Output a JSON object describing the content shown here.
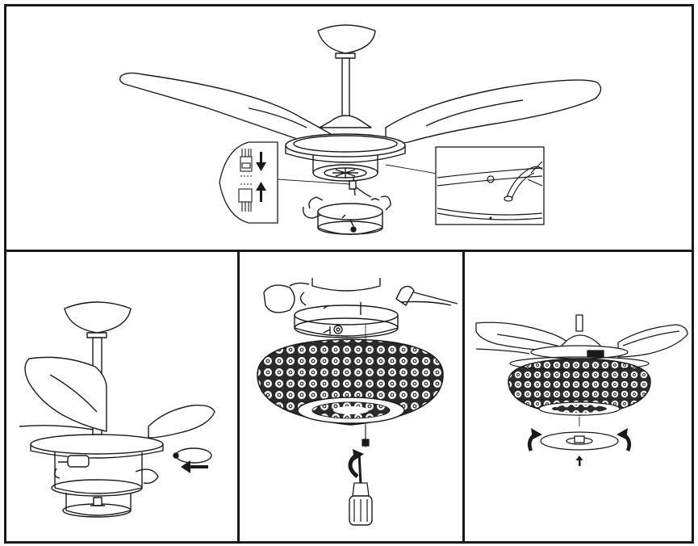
{
  "figure": {
    "panels": [
      {
        "id": "step-1",
        "depicts": "disconnect-plug-connector"
      },
      {
        "id": "step-2",
        "depicts": "attach-led-light-kit"
      },
      {
        "id": "step-3",
        "depicts": "mount-crystal-shade-with-screwdriver"
      },
      {
        "id": "step-4",
        "depicts": "twist-on-bottom-glass"
      }
    ],
    "icons": [
      "down-arrow-icon",
      "up-arrow-icon",
      "left-arrow-icon",
      "rotate-left-arrow-icon",
      "rotate-right-arrow-icon",
      "screwdriver-icon"
    ],
    "colors": {
      "line": "#1a1a1a",
      "shade_dark": "#2b2b2b",
      "paper": "#ffffff"
    }
  }
}
